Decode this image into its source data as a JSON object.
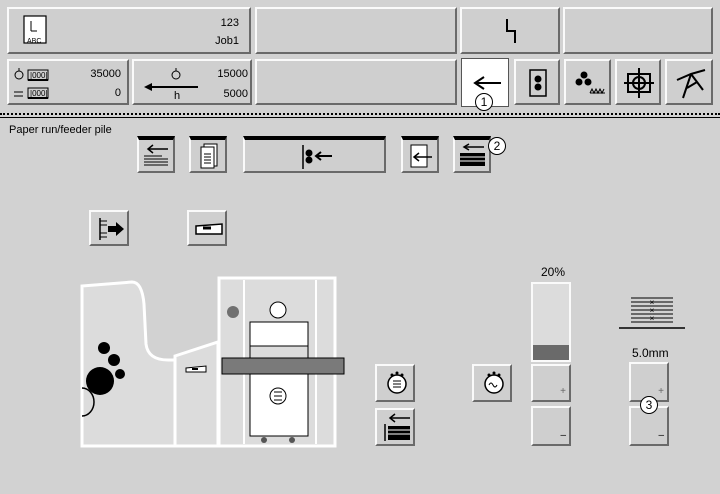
{
  "header": {
    "job_number": "123",
    "job_name": "Job1",
    "job_icon_label": "ABC",
    "counter_top": "35000",
    "counter_bottom": "0",
    "speed_top": "15000",
    "speed_bottom": "5000",
    "speed_unit": "h"
  },
  "section_title": "Paper run/feeder pile",
  "badges": [
    "1",
    "2",
    "3"
  ],
  "pile_percent": "20%",
  "pile_level_fraction": 0.2,
  "sheet_thickness": "5.0mm",
  "stepper_plus": "+",
  "stepper_minus": "–",
  "colors": {
    "background": "#d2d2d2",
    "bar_fill": "#6a6a6a",
    "machine_fill": "#dcdcdc"
  },
  "icons": {
    "job": "job-ticket-icon",
    "fault": "fault-lightning-icon",
    "paper_run": "paper-run-arrow-icon",
    "feeder": "feeder-unit-icon",
    "inking": "inking-icon",
    "register": "register-crosshair-icon",
    "delivery": "delivery-icon"
  }
}
